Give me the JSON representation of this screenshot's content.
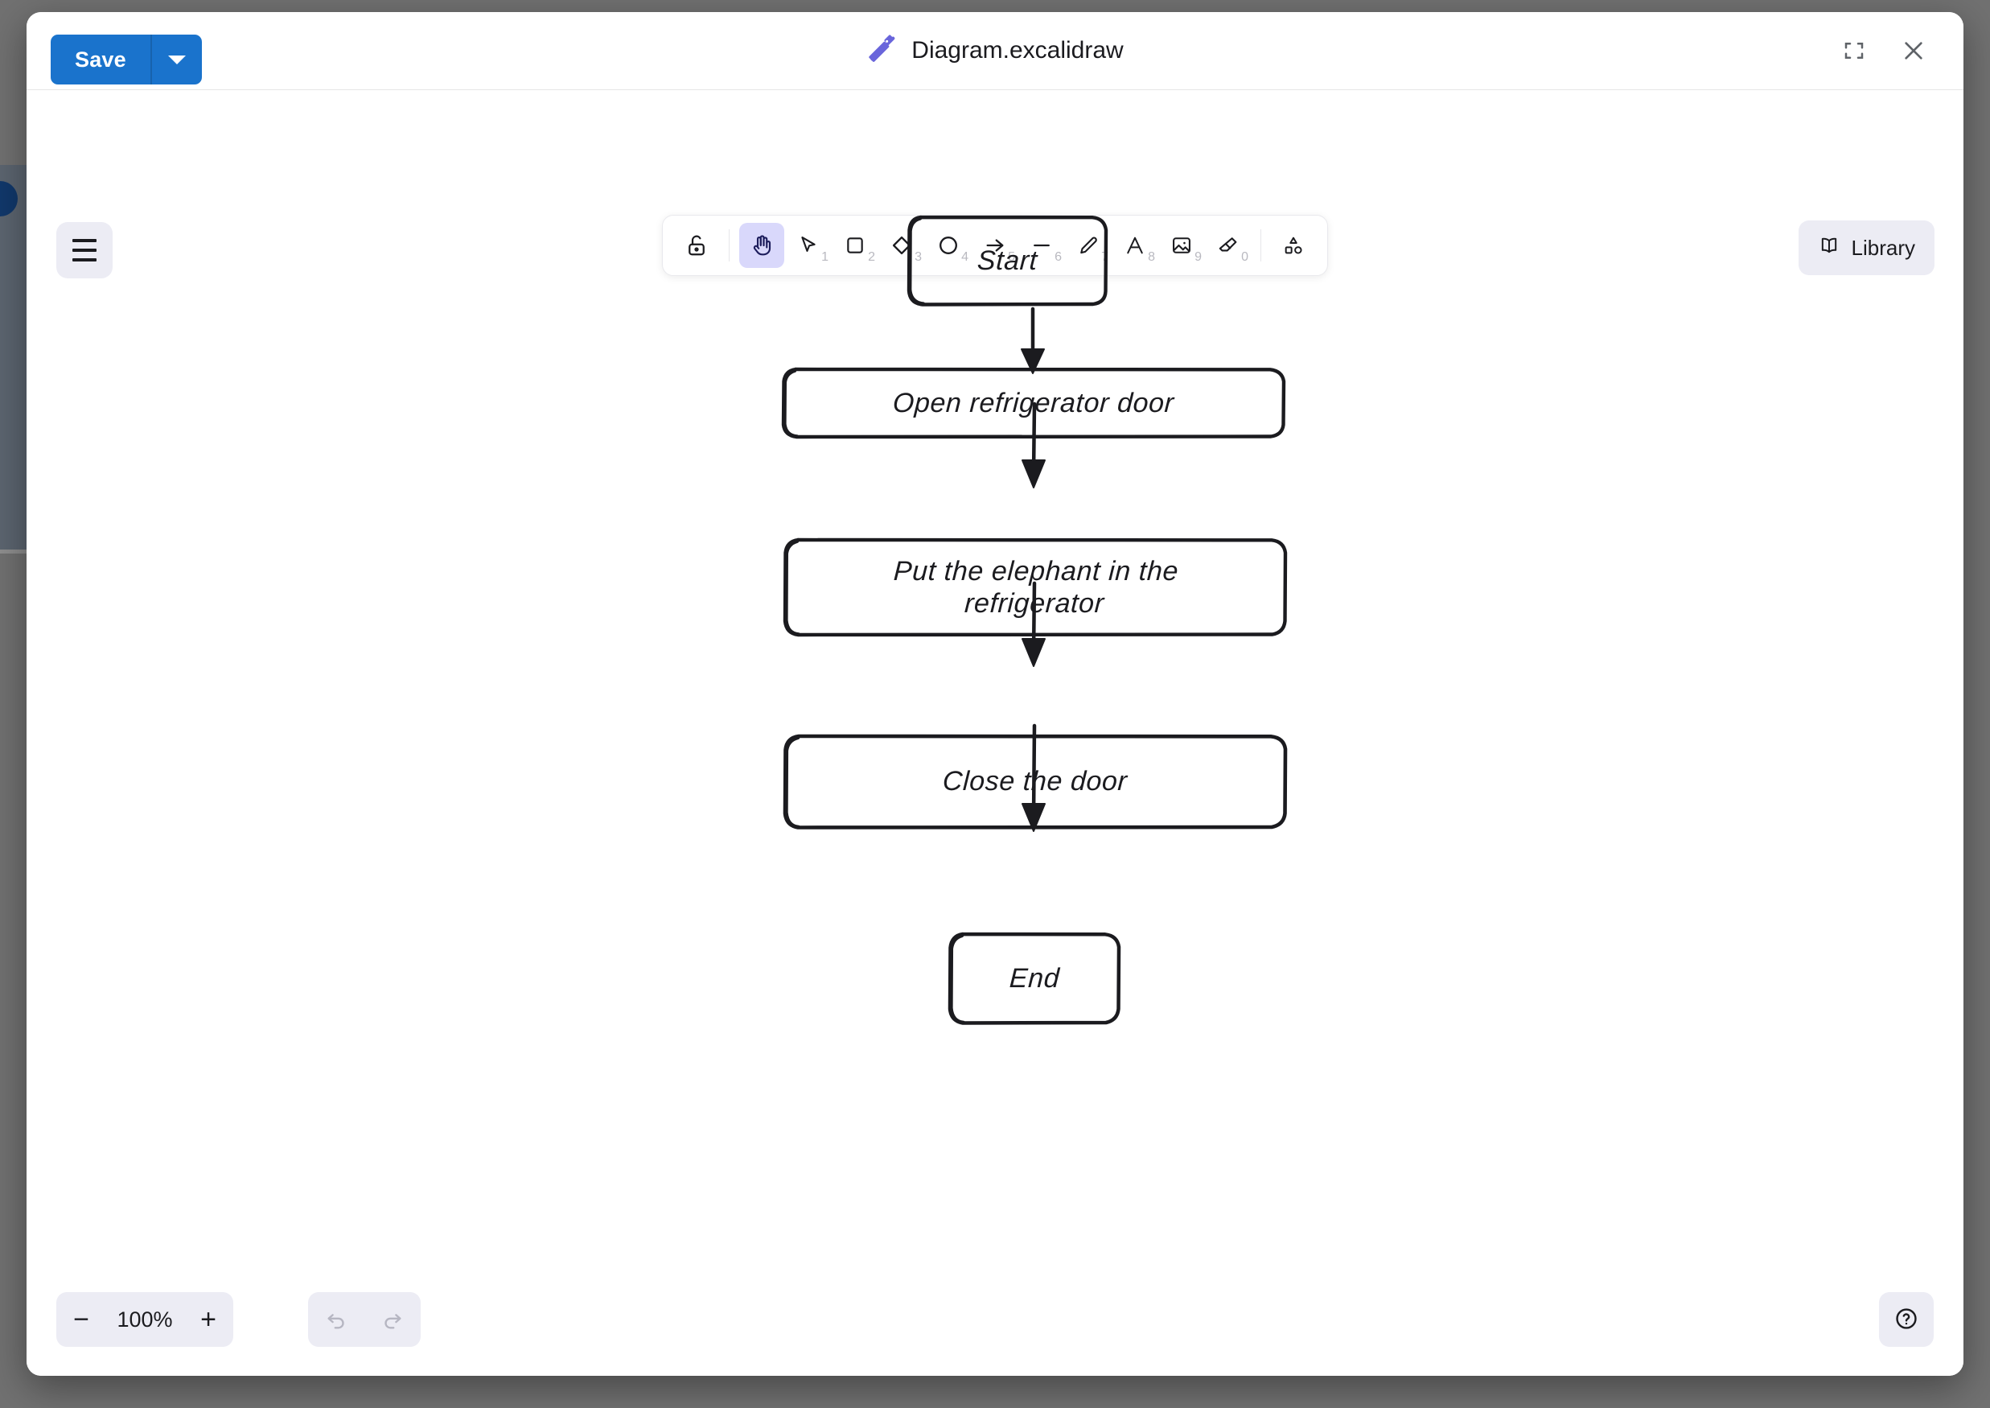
{
  "window": {
    "title": "Diagram.excalidraw",
    "logo_icon": "excalidraw-logo-icon",
    "fullscreen_icon": "fullscreen-icon",
    "close_icon": "close-icon"
  },
  "toolbar_top": {
    "save_label": "Save",
    "save_caret_icon": "chevron-down-icon",
    "accent_color": "#1a73cc"
  },
  "canvas_toolbar": {
    "menu_icon": "hamburger-menu-icon",
    "active_tool": "hand",
    "tools": [
      {
        "name": "lock-icon",
        "key": "",
        "active": false
      },
      {
        "name": "hand-icon",
        "key": "",
        "active": true
      },
      {
        "name": "selection-icon",
        "key": "1",
        "active": false
      },
      {
        "name": "rectangle-icon",
        "key": "2",
        "active": false
      },
      {
        "name": "diamond-icon",
        "key": "3",
        "active": false
      },
      {
        "name": "ellipse-icon",
        "key": "4",
        "active": false
      },
      {
        "name": "arrow-icon",
        "key": "5",
        "active": false
      },
      {
        "name": "line-icon",
        "key": "6",
        "active": false
      },
      {
        "name": "draw-icon",
        "key": "7",
        "active": false
      },
      {
        "name": "text-icon",
        "key": "8",
        "active": false
      },
      {
        "name": "image-icon",
        "key": "9",
        "active": false
      },
      {
        "name": "eraser-icon",
        "key": "0",
        "active": false
      },
      {
        "name": "shapes-icon",
        "key": "",
        "active": false
      }
    ],
    "library_label": "Library",
    "library_icon": "book-icon",
    "active_tool_bg": "#d9d8fb"
  },
  "diagram": {
    "nodes": [
      {
        "id": "start",
        "label": "Start"
      },
      {
        "id": "open",
        "label": "Open refrigerator door"
      },
      {
        "id": "put",
        "label": "Put the elephant in the refrigerator"
      },
      {
        "id": "close",
        "label": "Close the door"
      },
      {
        "id": "end",
        "label": "End"
      }
    ],
    "edges": [
      {
        "from": "start",
        "to": "open"
      },
      {
        "from": "open",
        "to": "put"
      },
      {
        "from": "put",
        "to": "close"
      },
      {
        "from": "close",
        "to": "end"
      }
    ],
    "stroke_color": "#1b1b1f"
  },
  "footer": {
    "zoom_out_label": "−",
    "zoom_value": "100%",
    "zoom_in_label": "+",
    "undo_icon": "undo-icon",
    "redo_icon": "redo-icon",
    "help_icon": "question-mark-icon"
  }
}
